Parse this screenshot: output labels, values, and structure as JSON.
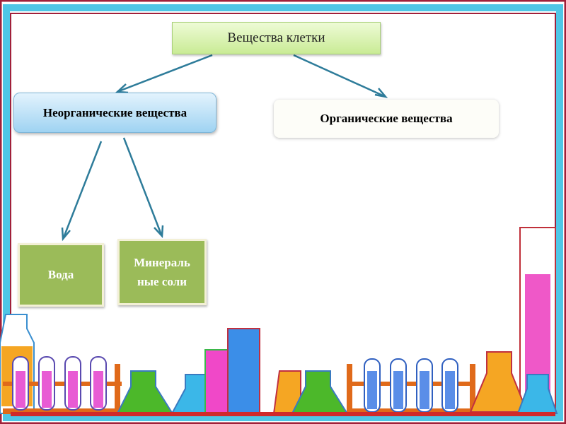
{
  "diagram": {
    "root": "Вещества клетки",
    "inorganic": "Неорганические вещества",
    "organic": "Органические вещества",
    "water": "Вода",
    "salts_line1": "Минераль",
    "salts_line2": "ные соли"
  },
  "colors": {
    "arrow": "#2e7c9a",
    "leaf": "#9bbb59",
    "frame_cyan": "#4fc6e6",
    "frame_red": "#a0203a"
  }
}
